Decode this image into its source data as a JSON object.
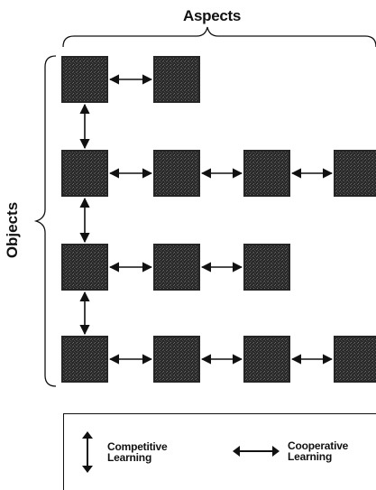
{
  "diagram": {
    "top_label": "Aspects",
    "side_label": "Objects",
    "node_color": "#262626",
    "edge_color": "#111111",
    "rows": [
      {
        "nodes": 2
      },
      {
        "nodes": 4
      },
      {
        "nodes": 3
      },
      {
        "nodes": 4
      }
    ],
    "vertical_links": [
      [
        0,
        1
      ],
      [
        1,
        2
      ],
      [
        2,
        3
      ]
    ]
  },
  "legend": {
    "competitive": {
      "line1": "Competitive",
      "line2": "Learning",
      "icon": "vertical-double-arrow-icon"
    },
    "cooperative": {
      "line1": "Cooperative",
      "line2": "Learning",
      "icon": "horizontal-double-arrow-icon"
    }
  }
}
